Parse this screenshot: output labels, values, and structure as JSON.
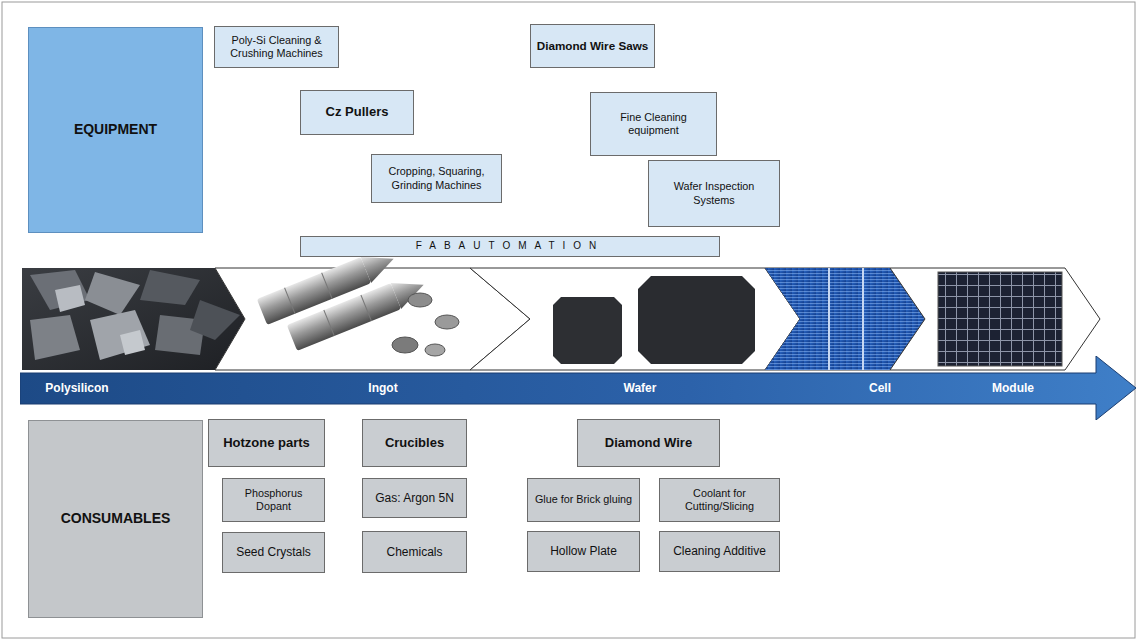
{
  "diagram": {
    "nodes": [
      {
        "text": [
          "EQUIPMENT"
        ]
      },
      {
        "text": [
          "Poly-Si Cleaning & Crushing Machines"
        ]
      },
      {
        "text": [
          "Diamond Wire Saws"
        ]
      },
      {
        "text": [
          "Cz Pullers"
        ]
      },
      {
        "text": [
          "Fine Cleaning equipment"
        ]
      },
      {
        "text": [
          "Cropping, Squaring, Grinding Machines"
        ]
      },
      {
        "text": [
          "Wafer Inspection Systems"
        ]
      },
      {
        "text": [
          "FABAUTOMATION"
        ]
      },
      {
        "text": [
          "Polysilicon",
          "Ingot",
          "Wafer",
          "Cell",
          "Module"
        ]
      },
      {
        "text": [
          "CONSUMABLES"
        ]
      },
      {
        "text": [
          "Hotzone parts"
        ]
      },
      {
        "text": [
          "Crucibles"
        ]
      },
      {
        "text": [
          "Diamond Wire"
        ]
      },
      {
        "text": [
          "Phosphorus Dopant"
        ]
      },
      {
        "text": [
          "Gas: Argon 5N"
        ]
      },
      {
        "text": [
          "Glue for Brick gluing"
        ]
      },
      {
        "text": [
          "Coolant for Cutting/Slicing"
        ]
      },
      {
        "text": [
          "Seed Crystals"
        ]
      },
      {
        "text": [
          "Chemicals"
        ]
      },
      {
        "text": [
          "Hollow Plate"
        ]
      },
      {
        "text": [
          "Cleaning Additive"
        ]
      }
    ]
  }
}
